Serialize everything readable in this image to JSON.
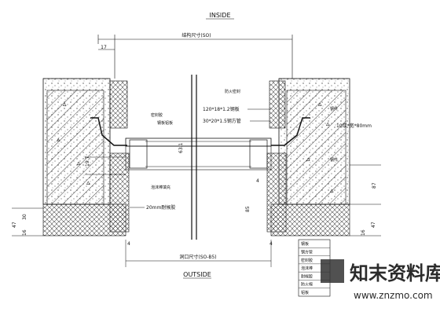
{
  "labels": {
    "inside": "INSIDE",
    "outside": "OUTSIDE",
    "top_dim": "结构尺寸(SO)",
    "bottom_dim": "洞口尺寸(SO-B5)",
    "dim_17": "17",
    "dim_19_7": "19.7",
    "dim_63_1": "63.1",
    "dim_4_mid": "4",
    "dim_87": "87",
    "dim_85": "85",
    "dim_47_left": "47",
    "dim_30": "30",
    "dim_16": "16",
    "dim_47_right": "47",
    "dim_16_right": "16",
    "dim_4_left": "4",
    "dim_4_right": "4",
    "note_120": "120*18*1.2钢板",
    "note_30": "30*20*1.5钢方管",
    "note_10": "10厚*宽*80mm",
    "note_20mm": "20mm耐候胶",
    "note_small_top": "防火密封",
    "note_fix": "钢件",
    "note_left_1": "密封胶",
    "note_left_2": "钢板铝板",
    "note_mid_bottom": "泡沫棒填充",
    "note_right_side": "钢件"
  },
  "legend_rows": [
    "钢板",
    "钢方管",
    "密封胶",
    "泡沫棒",
    "耐候胶",
    "防火棉",
    "铝板"
  ],
  "watermark": {
    "text_cn": "知末资料库",
    "url": "www.znzmo.com"
  },
  "colors": {
    "line": "#111111",
    "watermark": "#2b2b2b"
  }
}
